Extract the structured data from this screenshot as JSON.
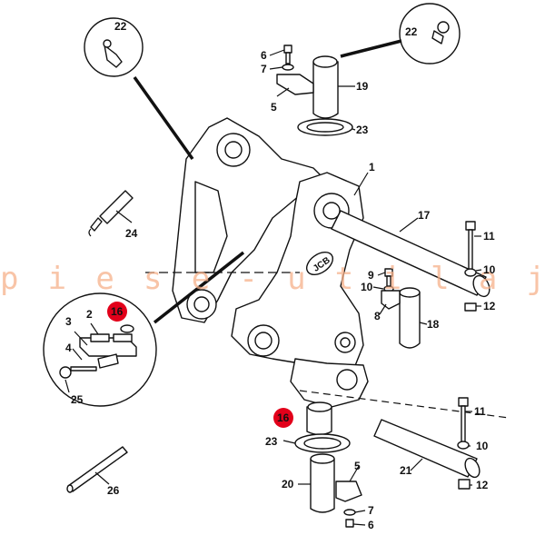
{
  "watermark": "piese-utilaj",
  "callouts": {
    "c1": "1",
    "c2": "2",
    "c3": "3",
    "c4": "4",
    "c5a": "5",
    "c5b": "5",
    "c6a": "6",
    "c6b": "6",
    "c7a": "7",
    "c7b": "7",
    "c8": "8",
    "c9": "9",
    "c10a": "10",
    "c10b": "10",
    "c10c": "10",
    "c11a": "11",
    "c11b": "11",
    "c12a": "12",
    "c12b": "12",
    "c16a": "16",
    "c16b": "16",
    "c17": "17",
    "c18": "18",
    "c19": "19",
    "c20": "20",
    "c21": "21",
    "c22a": "22",
    "c22b": "22",
    "c23a": "23",
    "c23b": "23",
    "c24": "24",
    "c25": "25",
    "c26": "26"
  },
  "brand_logo": "JCB",
  "colors": {
    "highlight": "#e2001a",
    "watermark": "#f6b08a",
    "ink": "#111111"
  }
}
